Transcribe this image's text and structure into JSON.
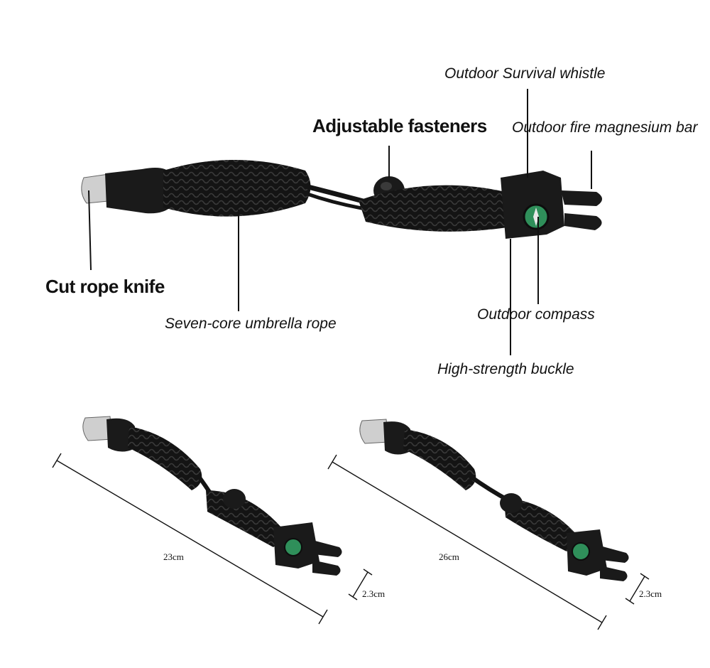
{
  "labels": {
    "whistle": "Outdoor Survival whistle",
    "fasteners": "Adjustable fasteners",
    "magnesium": "Outdoor fire magnesium bar",
    "knife": "Cut rope knife",
    "rope": "Seven-core umbrella rope",
    "compass": "Outdoor compass",
    "buckle": "High-strength buckle"
  },
  "sizes": {
    "small_length": "23cm",
    "small_width": "2.3cm",
    "large_length": "26cm",
    "large_width": "2.3cm"
  },
  "colors": {
    "cord": "#141414",
    "cord_highlight": "#3a3a3a",
    "knife": "#cfcfcf",
    "compass": "#2f8f5a",
    "text": "#111111"
  }
}
